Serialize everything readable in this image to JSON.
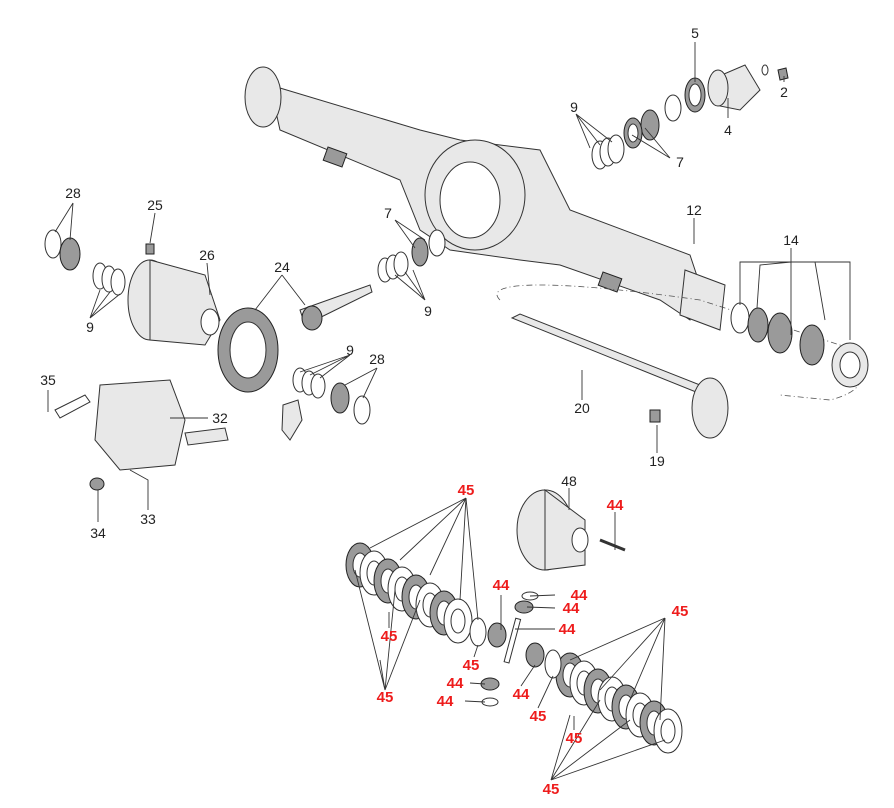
{
  "diagram": {
    "callouts": {
      "c5": "5",
      "c2": "2",
      "c4": "4",
      "c9a": "9",
      "c7a": "7",
      "c12": "12",
      "c14": "14",
      "c28a": "28",
      "c25": "25",
      "c26": "26",
      "c24": "24",
      "c7b": "7",
      "c9b": "9",
      "c9c": "9",
      "c9d": "9",
      "c28b": "28",
      "c35": "35",
      "c32": "32",
      "c20": "20",
      "c19": "19",
      "c34": "34",
      "c33": "33",
      "c48": "48"
    },
    "red_callouts": {
      "r45a": "45",
      "r44a": "44",
      "r44b": "44",
      "r44c": "44",
      "r44d": "44",
      "r44e": "44",
      "r45b": "45",
      "r45c": "45",
      "r44f": "44",
      "r44g": "44",
      "r44h": "44",
      "r45d": "45",
      "r45e": "45",
      "r45f": "45",
      "r45g": "45",
      "r45h": "45"
    },
    "colors": {
      "callout": "#222222",
      "highlight_callout": "#ee1c1c"
    }
  }
}
